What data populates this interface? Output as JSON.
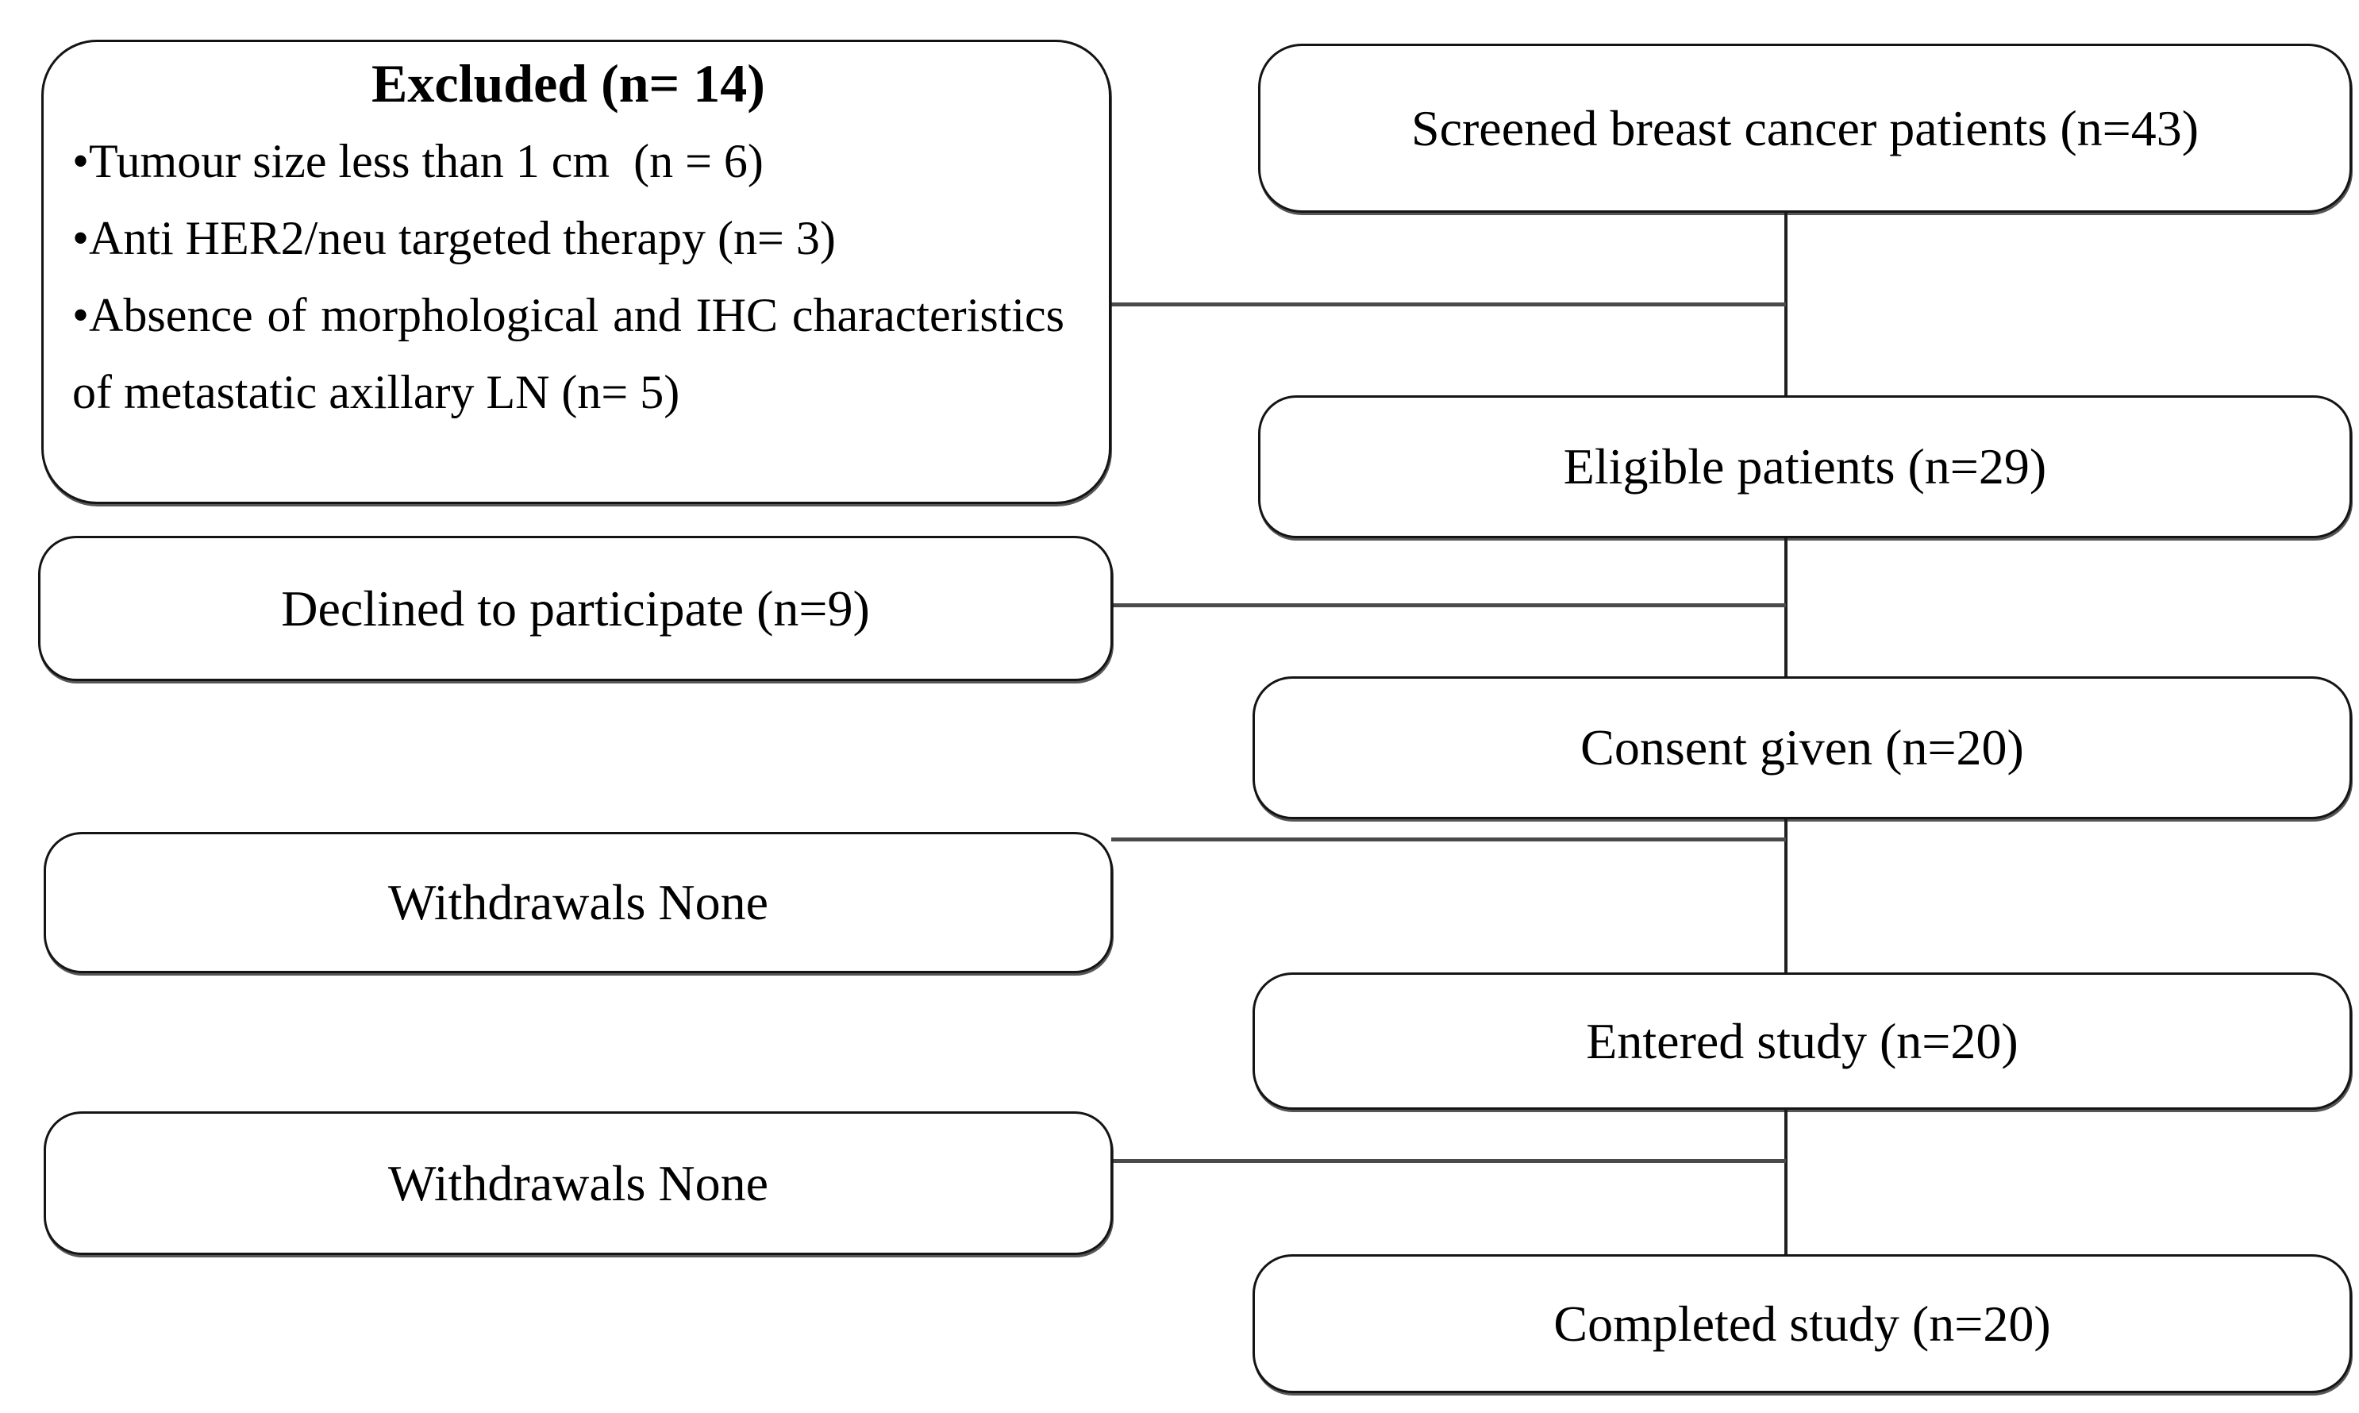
{
  "diagram": {
    "type": "study-enrollment-flowchart",
    "bullet_char": "•",
    "boxes": {
      "excluded": {
        "title": "Excluded (n= 14)",
        "bullets": [
          "Tumour size less than 1 cm  (n = 6)",
          "Anti HER2/neu targeted therapy (n= 3)",
          "Absence of morphological and IHC characteristics of metastatic axillary LN (n= 5)"
        ]
      },
      "screened": {
        "label": "Screened breast cancer patients (n=43)"
      },
      "eligible": {
        "label": "Eligible patients (n=29)"
      },
      "declined": {
        "label": "Declined to participate (n=9)"
      },
      "consent": {
        "label": "Consent given (n=20)"
      },
      "withdrawals1": {
        "label": "Withdrawals None"
      },
      "entered": {
        "label": "Entered study (n=20)"
      },
      "withdrawals2": {
        "label": "Withdrawals None"
      },
      "completed": {
        "label": "Completed study (n=20)"
      }
    },
    "colors": {
      "background": "#ffffff",
      "box_border": "#141414",
      "text": "#000000",
      "connector_horizontal": "#4a4a4a",
      "connector_vertical": "#1f1f1f"
    }
  }
}
